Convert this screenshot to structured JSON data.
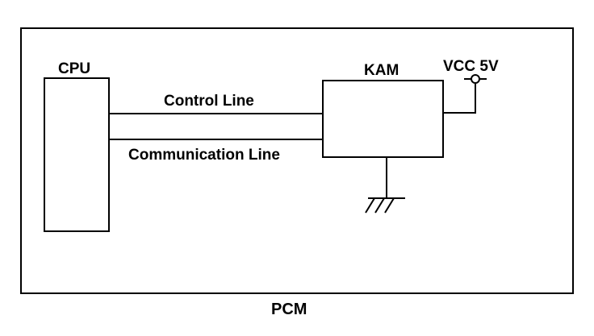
{
  "diagram": {
    "enclosure_label": "PCM",
    "cpu_label": "CPU",
    "kam_label": "KAM",
    "vcc_label": "VCC 5V",
    "control_line_label": "Control Line",
    "communication_line_label": "Communication Line"
  },
  "colors": {
    "line": "#000000",
    "background": "#ffffff"
  }
}
